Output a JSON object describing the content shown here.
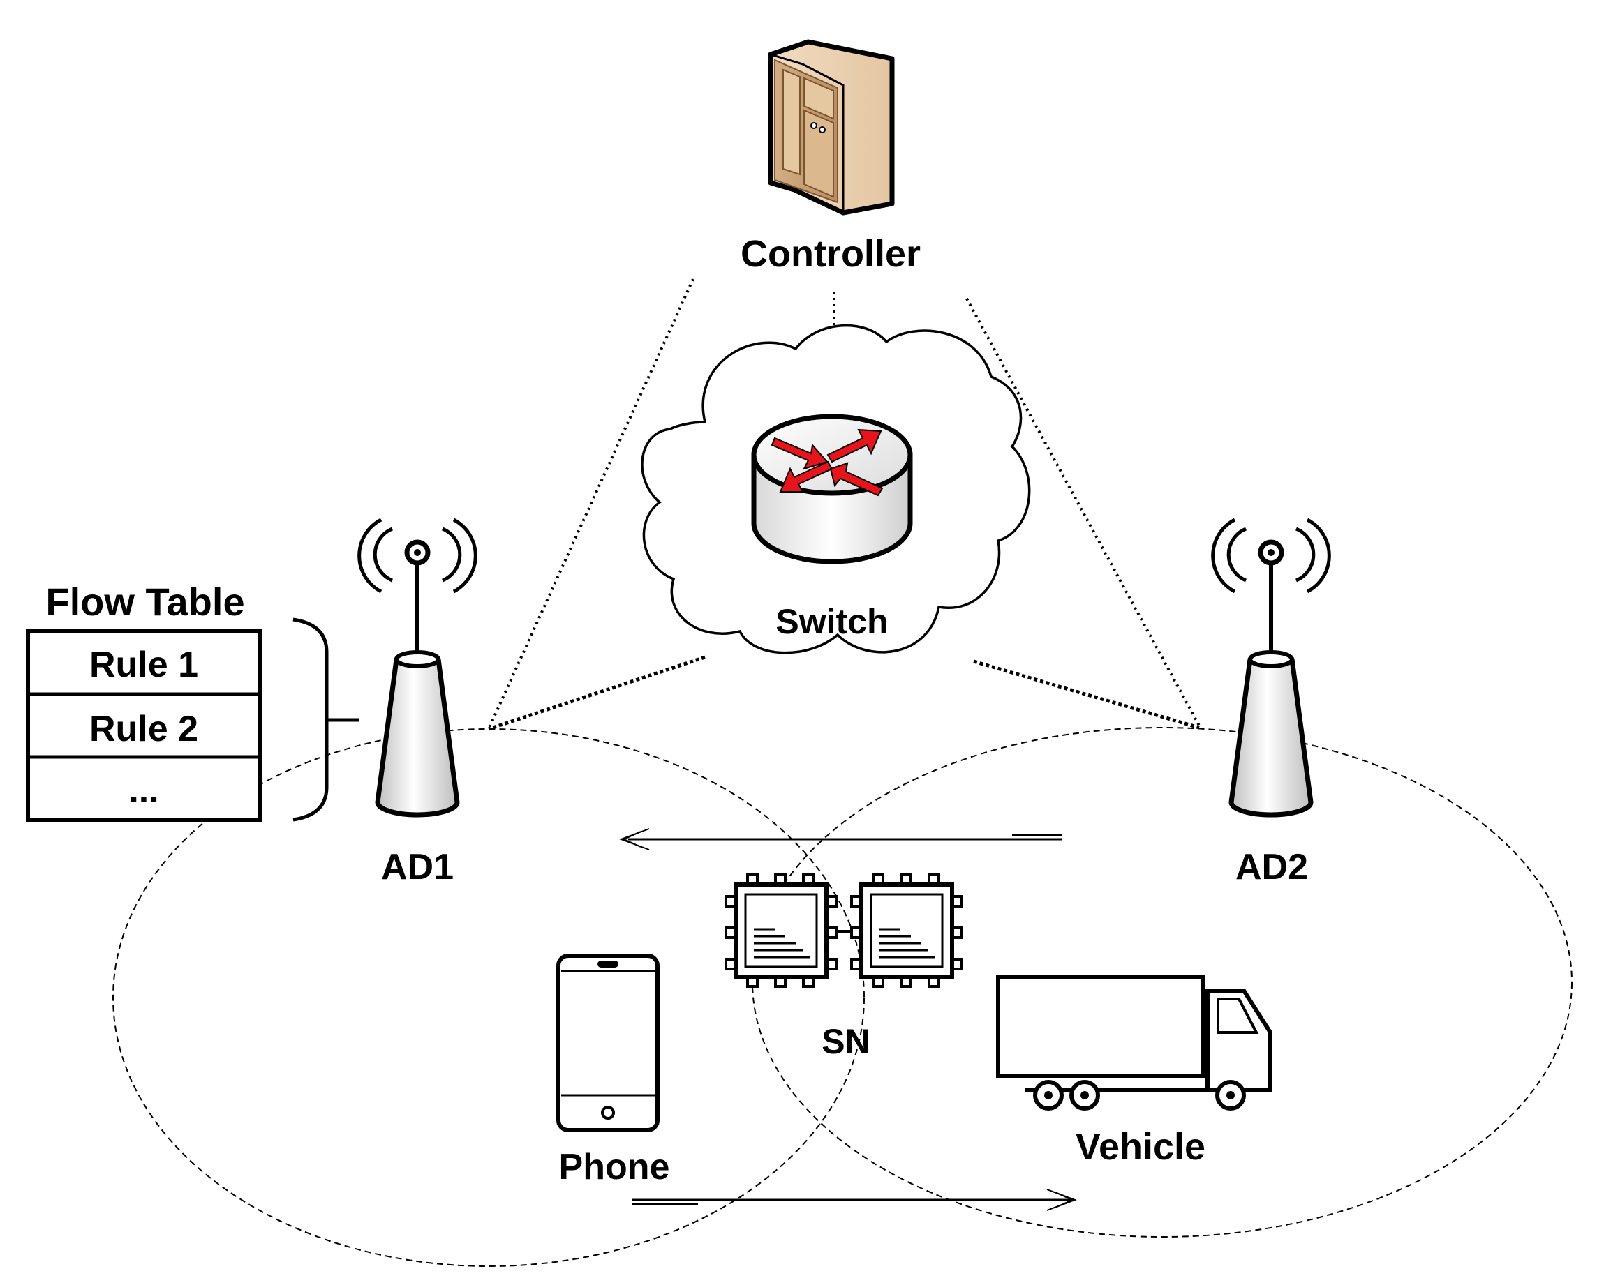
{
  "labels": {
    "controller": "Controller",
    "switch": "Switch",
    "ad1": "AD1",
    "ad2": "AD2",
    "flow_table_title": "Flow Table",
    "sn": "SN",
    "phone": "Phone",
    "vehicle": "Vehicle"
  },
  "flow_table": {
    "rows": [
      "Rule 1",
      "Rule 2",
      "..."
    ]
  },
  "colors": {
    "server_body": "#e2c8a6",
    "server_shade": "#c9a27a",
    "switch_arrows": "#e8141c",
    "line": "#000000"
  },
  "icons": [
    "server-icon",
    "cloud-icon",
    "router-icon",
    "antenna-icon",
    "chip-icon",
    "phone-icon",
    "truck-icon"
  ]
}
